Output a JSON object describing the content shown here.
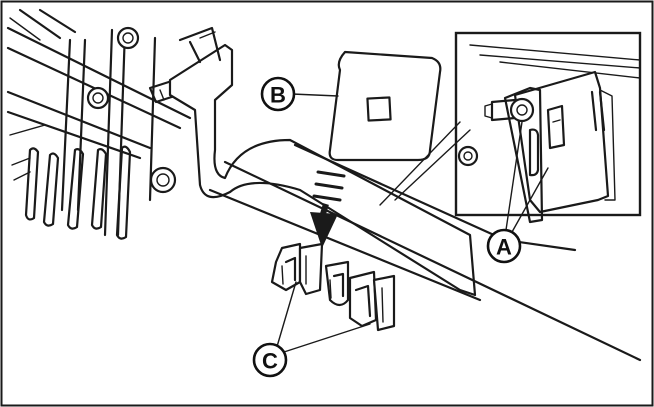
{
  "figure": {
    "top_caption": "",
    "callouts": {
      "a": "A",
      "b": "B",
      "c": "C"
    }
  }
}
